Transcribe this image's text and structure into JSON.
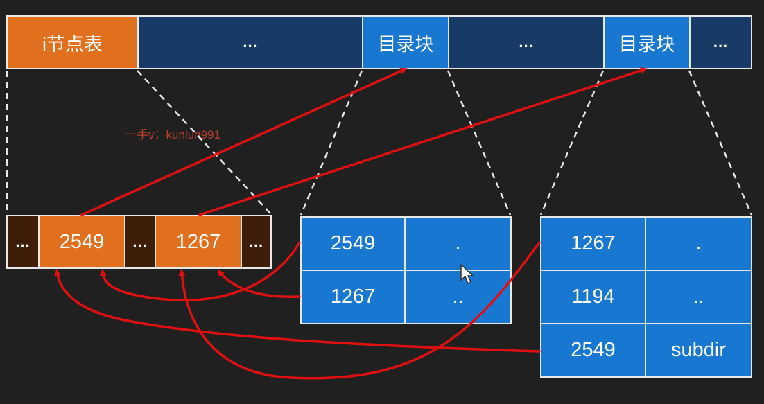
{
  "top_bar": [
    {
      "label": "i节点表",
      "color": "#e0701e"
    },
    {
      "label": "...",
      "color": "#183a66"
    },
    {
      "label": "目录块",
      "color": "#1877d0"
    },
    {
      "label": "...",
      "color": "#183a66"
    },
    {
      "label": "目录块",
      "color": "#1877d0"
    },
    {
      "label": "...",
      "color": "#183a66"
    }
  ],
  "inode_table_row": [
    {
      "label": "...",
      "color": "#3e1e08"
    },
    {
      "label": "2549",
      "color": "#e0701e"
    },
    {
      "label": "...",
      "color": "#3e1e08"
    },
    {
      "label": "1267",
      "color": "#e0701e"
    },
    {
      "label": "...",
      "color": "#3e1e08"
    }
  ],
  "dir_block_1": {
    "rows": [
      {
        "inode": "2549",
        "name": "."
      },
      {
        "inode": "1267",
        "name": ".."
      }
    ]
  },
  "dir_block_2": {
    "rows": [
      {
        "inode": "1267",
        "name": "."
      },
      {
        "inode": "1194",
        "name": ".."
      },
      {
        "inode": "2549",
        "name": "subdir"
      }
    ]
  },
  "watermark": "一手v：kunlun991",
  "colors": {
    "background": "#202020",
    "inode_orange": "#e0701e",
    "block_blue": "#1877d0",
    "ellipsis_navy": "#183a66",
    "ellipsis_brown": "#3e1e08",
    "arrow_red": "#e01010",
    "guide_dash": "#e8e8e8"
  }
}
